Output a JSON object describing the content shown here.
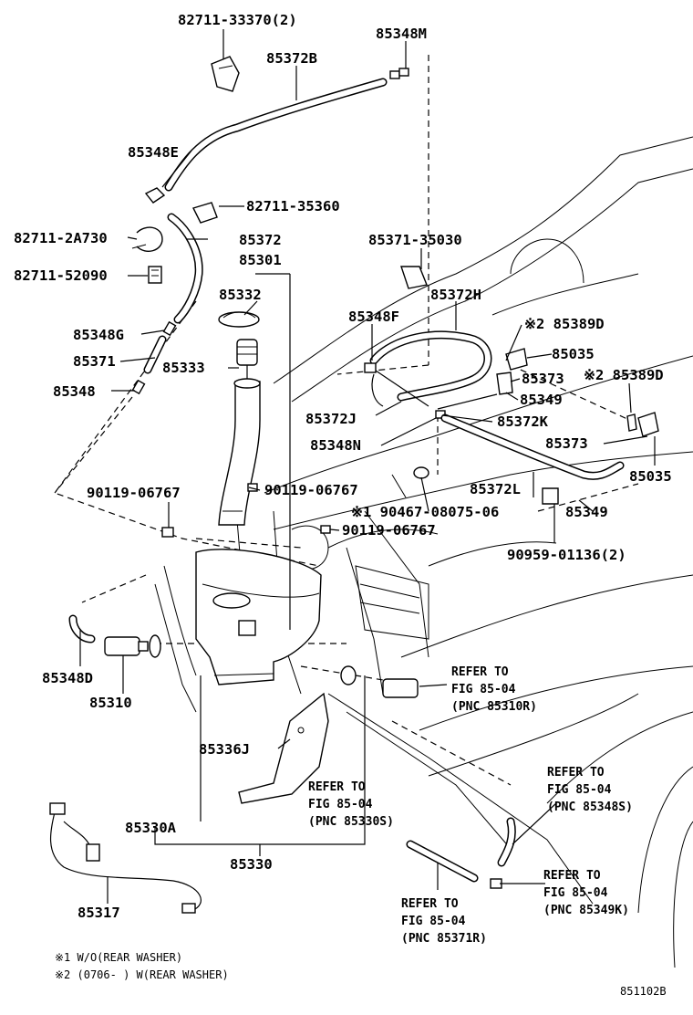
{
  "labels": {
    "p82711_33370": "82711-33370(2)",
    "p85348M": "85348M",
    "p85372B": "85372B",
    "p85348E": "85348E",
    "p82711_35360": "82711-35360",
    "p82711_2A730": "82711-2A730",
    "p85372": "85372",
    "p85301": "85301",
    "p82711_52090": "82711-52090",
    "p85332": "85332",
    "p85348G": "85348G",
    "p85371": "85371",
    "p85333": "85333",
    "p85348": "85348",
    "p85371_35030": "85371-35030",
    "p85372H": "85372H",
    "p85348F": "85348F",
    "p85389D_1": "※2 85389D",
    "p85035_1": "85035",
    "p85373_1": "85373",
    "p85389D_2": "※2 85389D",
    "p85349_1": "85349",
    "p85372J": "85372J",
    "p85372K": "85372K",
    "p85348N": "85348N",
    "p85373_2": "85373",
    "p85035_2": "85035",
    "p85372L": "85372L",
    "p85349_2": "85349",
    "p90119_a": "90119-06767",
    "p90119_b": "90119-06767",
    "p90467": "※1 90467-08075-06",
    "p90119_c": "90119-06767",
    "p90959": "90959-01136(2)",
    "p85348D": "85348D",
    "p85310": "85310",
    "p85336J": "85336J",
    "p85330A": "85330A",
    "p85330": "85330",
    "p85317": "85317"
  },
  "refs": {
    "r1": [
      "REFER TO",
      "FIG 85-04",
      "(PNC 85310R)"
    ],
    "r2": [
      "REFER TO",
      "FIG 85-04",
      "(PNC 85330S)"
    ],
    "r3": [
      "REFER TO",
      "FIG 85-04",
      "(PNC 85348S)"
    ],
    "r4": [
      "REFER TO",
      "FIG 85-04",
      "(PNC 85349K)"
    ],
    "r5": [
      "REFER TO",
      "FIG 85-04",
      "(PNC 85371R)"
    ]
  },
  "footnotes": {
    "n1": "※1 W/O(REAR WASHER)",
    "n2": "※2 (0706-      ) W(REAR WASHER)"
  },
  "figure_code": "851102B"
}
